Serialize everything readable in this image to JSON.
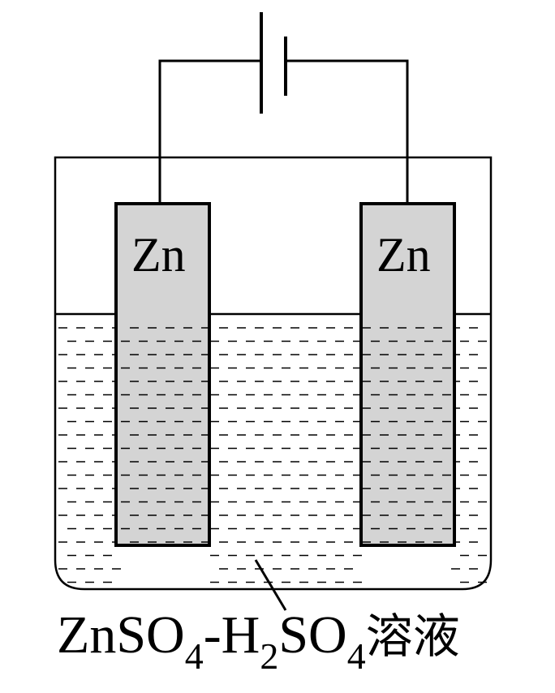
{
  "electrodes": {
    "left": {
      "label": "Zn"
    },
    "right": {
      "label": "Zn"
    }
  },
  "solution": {
    "formula_part1": "ZnSO",
    "sub1": "4",
    "formula_part2": "-H",
    "sub2": "2",
    "formula_part3": "SO",
    "sub3": "4",
    "suffix": "溶液"
  },
  "colors": {
    "electrode_fill": "#d4d4d4",
    "line": "#000000",
    "background": "#ffffff"
  },
  "icons": {
    "power_source": "battery-icon"
  }
}
